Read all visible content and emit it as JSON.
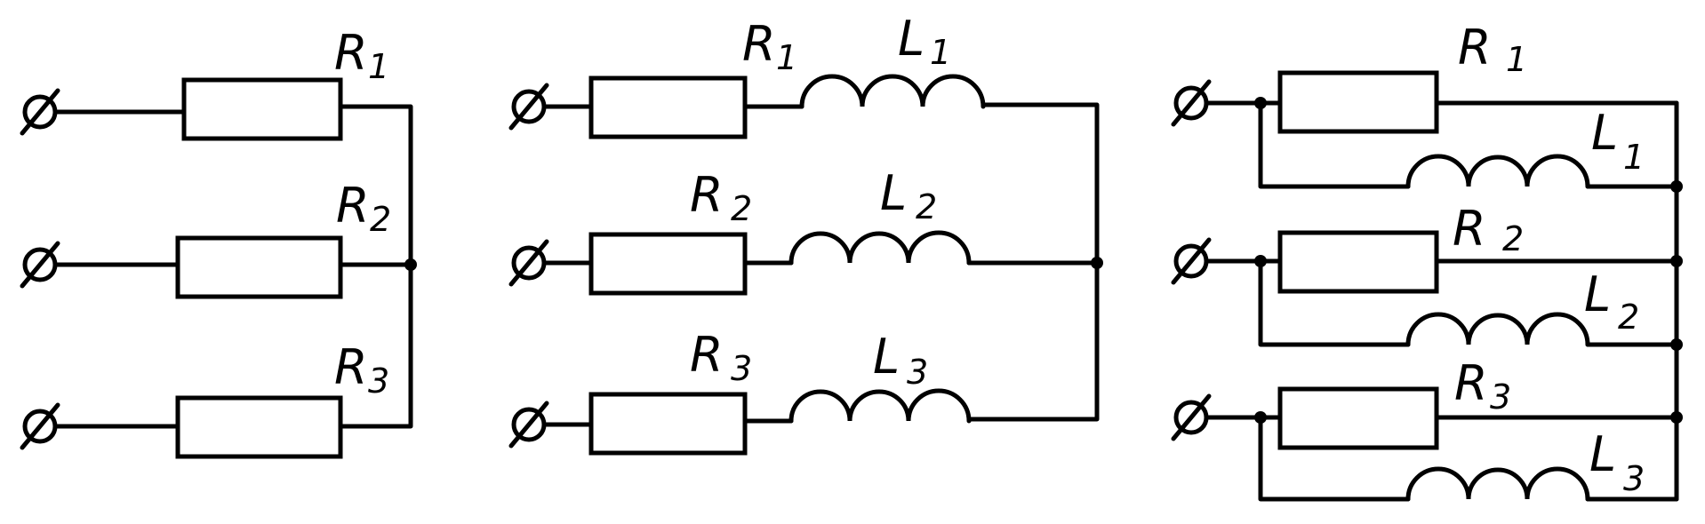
{
  "labels": {
    "a_r1": "R",
    "a_r1_sub": "1",
    "a_r2": "R",
    "a_r2_sub": "2",
    "a_r3": "R",
    "a_r3_sub": "3",
    "b_r1": "R",
    "b_r1_sub": "1",
    "b_l1": "L",
    "b_l1_sub": "1",
    "b_r2": "R",
    "b_r2_sub": "2",
    "b_l2": "L",
    "b_l2_sub": "2",
    "b_r3": "R",
    "b_r3_sub": "3",
    "b_l3": "L",
    "b_l3_sub": "3",
    "c_r1": "R",
    "c_r1_sub": "1",
    "c_l1": "L",
    "c_l1_sub": "1",
    "c_r2": "R",
    "c_r2_sub": "2",
    "c_l2": "L",
    "c_l2_sub": "2",
    "c_r3": "R",
    "c_r3_sub": "3",
    "c_l3": "L",
    "c_l3_sub": "3"
  }
}
